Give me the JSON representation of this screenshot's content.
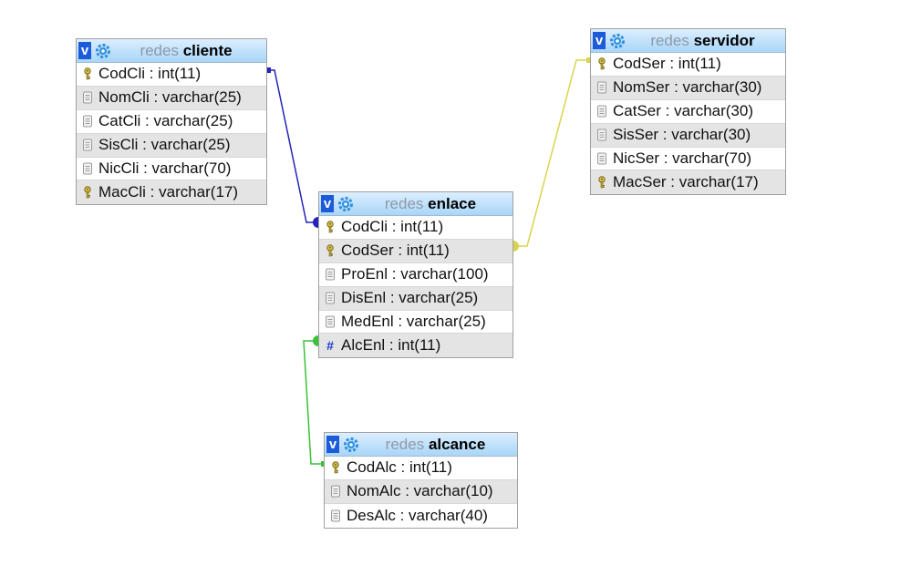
{
  "colors": {
    "cliente_enlace": "#2424b8",
    "servidor_enlace": "#d9d44f",
    "alcance_enlace": "#39c239"
  },
  "header_icons": [
    "v-toggle-icon",
    "gear-icon"
  ],
  "tables": {
    "cliente": {
      "db": "redes",
      "name": "cliente",
      "cols": [
        {
          "text": "CodCli : int(11)",
          "icon": "key-icon"
        },
        {
          "text": "NomCli : varchar(25)",
          "icon": "column-icon"
        },
        {
          "text": "CatCli : varchar(25)",
          "icon": "column-icon"
        },
        {
          "text": "SisCli : varchar(25)",
          "icon": "column-icon"
        },
        {
          "text": "NicCli : varchar(70)",
          "icon": "column-icon"
        },
        {
          "text": "MacCli : varchar(17)",
          "icon": "key-icon"
        }
      ]
    },
    "servidor": {
      "db": "redes",
      "name": "servidor",
      "cols": [
        {
          "text": "CodSer : int(11)",
          "icon": "key-icon"
        },
        {
          "text": "NomSer : varchar(30)",
          "icon": "column-icon"
        },
        {
          "text": "CatSer : varchar(30)",
          "icon": "column-icon"
        },
        {
          "text": "SisSer : varchar(30)",
          "icon": "column-icon"
        },
        {
          "text": "NicSer : varchar(70)",
          "icon": "column-icon"
        },
        {
          "text": "MacSer : varchar(17)",
          "icon": "key-icon"
        }
      ]
    },
    "enlace": {
      "db": "redes",
      "name": "enlace",
      "cols": [
        {
          "text": "CodCli : int(11)",
          "icon": "key-icon"
        },
        {
          "text": "CodSer : int(11)",
          "icon": "key-icon"
        },
        {
          "text": "ProEnl : varchar(100)",
          "icon": "column-icon"
        },
        {
          "text": "DisEnl : varchar(25)",
          "icon": "column-icon"
        },
        {
          "text": "MedEnl : varchar(25)",
          "icon": "column-icon"
        },
        {
          "text": "AlcEnl : int(11)",
          "icon": "hash-icon"
        }
      ]
    },
    "alcance": {
      "db": "redes",
      "name": "alcance",
      "cols": [
        {
          "text": "CodAlc : int(11)",
          "icon": "key-icon"
        },
        {
          "text": "NomAlc : varchar(10)",
          "icon": "column-icon"
        },
        {
          "text": "DesAlc : varchar(40)",
          "icon": "column-icon"
        }
      ]
    }
  }
}
